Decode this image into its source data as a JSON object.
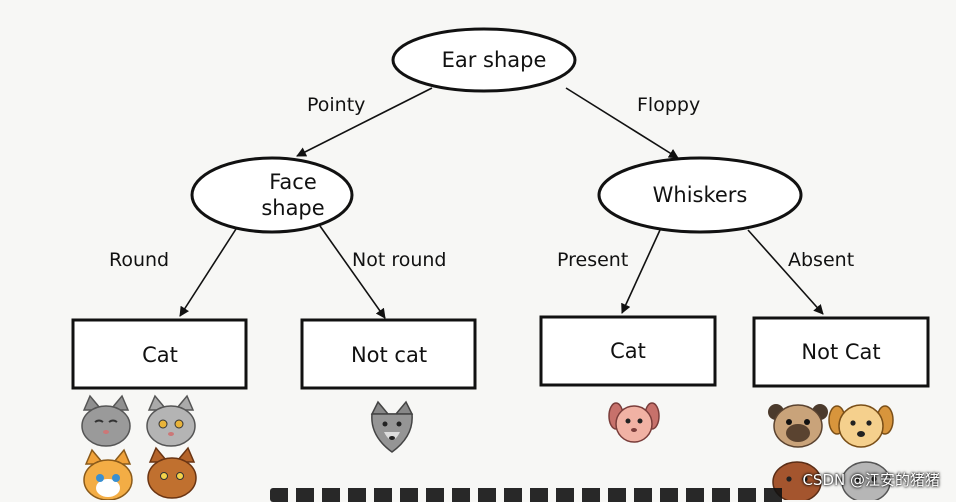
{
  "tree": {
    "root": "Ear shape",
    "left_edge": "Pointy",
    "right_edge": "Floppy",
    "left_node": "Face\nshape",
    "right_node": "Whiskers",
    "ll_edge": "Round",
    "lr_edge": "Not round",
    "rl_edge": "Present",
    "rr_edge": "Absent",
    "leaf_1": "Cat",
    "leaf_2": "Not cat",
    "leaf_3": "Cat",
    "leaf_4": "Not Cat"
  },
  "animals": {
    "leaf_1": [
      "gray-cat",
      "gray-cat",
      "orange-cat",
      "brown-cat"
    ],
    "leaf_2": [
      "gray-wolf"
    ],
    "leaf_3": [
      "pink-dog"
    ],
    "leaf_4": [
      "pug-dog",
      "yellow-dog",
      "brown-dog",
      "gray-dog"
    ]
  },
  "watermark": "CSDN @江安的猪猪"
}
